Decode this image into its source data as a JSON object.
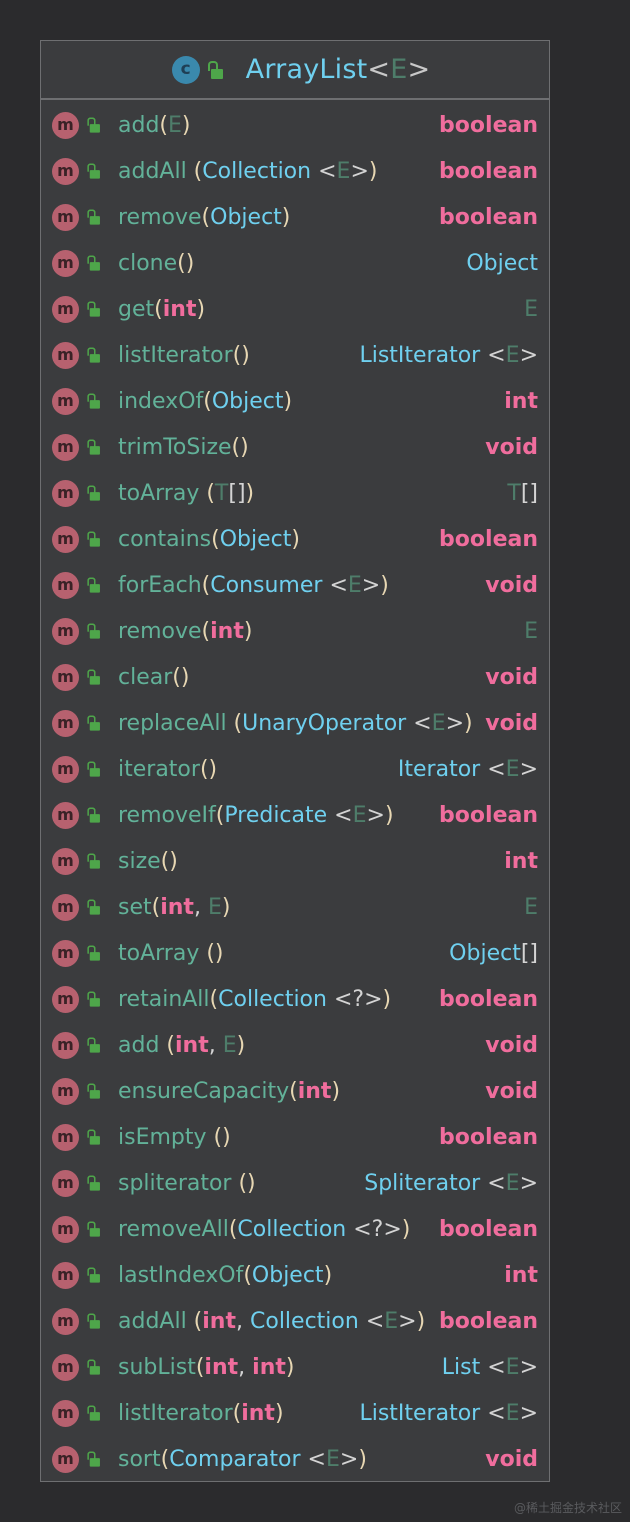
{
  "class_box": {
    "title": {
      "icon": "class-icon",
      "icon_letter": "c",
      "visibility_icon": "public-lock-icon",
      "name": "ArrayList",
      "open": "<",
      "type_param": "E",
      "close": ">"
    },
    "methods": [
      {
        "sig": [
          {
            "t": "add",
            "k": "name"
          },
          {
            "t": "(",
            "k": "paren"
          },
          {
            "t": "E",
            "k": "generic"
          },
          {
            "t": ")",
            "k": "paren"
          }
        ],
        "ret": [
          {
            "t": "boolean",
            "k": "prim"
          }
        ]
      },
      {
        "sig": [
          {
            "t": "addAll",
            "k": "name"
          },
          {
            "t": " (",
            "k": "paren"
          },
          {
            "t": "Collection",
            "k": "type"
          },
          {
            "t": " <",
            "k": "punct"
          },
          {
            "t": "E",
            "k": "generic"
          },
          {
            "t": ">",
            "k": "punct"
          },
          {
            "t": ")",
            "k": "paren"
          }
        ],
        "ret": [
          {
            "t": "boolean",
            "k": "prim"
          }
        ]
      },
      {
        "sig": [
          {
            "t": "remove",
            "k": "name"
          },
          {
            "t": "(",
            "k": "paren"
          },
          {
            "t": "Object",
            "k": "type"
          },
          {
            "t": ")",
            "k": "paren"
          }
        ],
        "ret": [
          {
            "t": "boolean",
            "k": "prim"
          }
        ]
      },
      {
        "sig": [
          {
            "t": "clone",
            "k": "name"
          },
          {
            "t": "()",
            "k": "paren"
          }
        ],
        "ret": [
          {
            "t": "Object",
            "k": "type"
          }
        ]
      },
      {
        "sig": [
          {
            "t": "get",
            "k": "name"
          },
          {
            "t": "(",
            "k": "paren"
          },
          {
            "t": "int",
            "k": "prim"
          },
          {
            "t": ")",
            "k": "paren"
          }
        ],
        "ret": [
          {
            "t": "E",
            "k": "generic"
          }
        ]
      },
      {
        "sig": [
          {
            "t": "listIterator",
            "k": "name"
          },
          {
            "t": "()",
            "k": "paren"
          }
        ],
        "ret": [
          {
            "t": "ListIterator",
            "k": "type"
          },
          {
            "t": " <",
            "k": "punct"
          },
          {
            "t": "E",
            "k": "generic"
          },
          {
            "t": ">",
            "k": "punct"
          }
        ]
      },
      {
        "sig": [
          {
            "t": "indexOf",
            "k": "name"
          },
          {
            "t": "(",
            "k": "paren"
          },
          {
            "t": "Object",
            "k": "type"
          },
          {
            "t": ")",
            "k": "paren"
          }
        ],
        "ret": [
          {
            "t": "int",
            "k": "prim"
          }
        ]
      },
      {
        "sig": [
          {
            "t": "trimToSize",
            "k": "name"
          },
          {
            "t": "()",
            "k": "paren"
          }
        ],
        "ret": [
          {
            "t": "void",
            "k": "prim"
          }
        ]
      },
      {
        "sig": [
          {
            "t": "toArray",
            "k": "name"
          },
          {
            "t": " (",
            "k": "paren"
          },
          {
            "t": "T",
            "k": "generic"
          },
          {
            "t": "[]",
            "k": "punct"
          },
          {
            "t": ")",
            "k": "paren"
          }
        ],
        "ret": [
          {
            "t": "T",
            "k": "generic"
          },
          {
            "t": "[]",
            "k": "punct"
          }
        ]
      },
      {
        "sig": [
          {
            "t": "contains",
            "k": "name"
          },
          {
            "t": "(",
            "k": "paren"
          },
          {
            "t": "Object",
            "k": "type"
          },
          {
            "t": ")",
            "k": "paren"
          }
        ],
        "ret": [
          {
            "t": "boolean",
            "k": "prim"
          }
        ]
      },
      {
        "sig": [
          {
            "t": "forEach",
            "k": "name"
          },
          {
            "t": "(",
            "k": "paren"
          },
          {
            "t": "Consumer",
            "k": "type"
          },
          {
            "t": " <",
            "k": "punct"
          },
          {
            "t": "E",
            "k": "generic"
          },
          {
            "t": ">",
            "k": "punct"
          },
          {
            "t": ")",
            "k": "paren"
          }
        ],
        "ret": [
          {
            "t": "void",
            "k": "prim"
          }
        ]
      },
      {
        "sig": [
          {
            "t": "remove",
            "k": "name"
          },
          {
            "t": "(",
            "k": "paren"
          },
          {
            "t": "int",
            "k": "prim"
          },
          {
            "t": ")",
            "k": "paren"
          }
        ],
        "ret": [
          {
            "t": "E",
            "k": "generic"
          }
        ]
      },
      {
        "sig": [
          {
            "t": "clear",
            "k": "name"
          },
          {
            "t": "()",
            "k": "paren"
          }
        ],
        "ret": [
          {
            "t": "void",
            "k": "prim"
          }
        ]
      },
      {
        "sig": [
          {
            "t": "replaceAll",
            "k": "name"
          },
          {
            "t": " (",
            "k": "paren"
          },
          {
            "t": "UnaryOperator",
            "k": "type"
          },
          {
            "t": " <",
            "k": "punct"
          },
          {
            "t": "E",
            "k": "generic"
          },
          {
            "t": ">",
            "k": "punct"
          },
          {
            "t": ")",
            "k": "paren"
          }
        ],
        "ret": [
          {
            "t": "void",
            "k": "prim"
          }
        ]
      },
      {
        "sig": [
          {
            "t": "iterator",
            "k": "name"
          },
          {
            "t": "()",
            "k": "paren"
          }
        ],
        "ret": [
          {
            "t": "Iterator",
            "k": "type"
          },
          {
            "t": " <",
            "k": "punct"
          },
          {
            "t": "E",
            "k": "generic"
          },
          {
            "t": ">",
            "k": "punct"
          }
        ]
      },
      {
        "sig": [
          {
            "t": "removeIf",
            "k": "name"
          },
          {
            "t": "(",
            "k": "paren"
          },
          {
            "t": "Predicate",
            "k": "type"
          },
          {
            "t": " <",
            "k": "punct"
          },
          {
            "t": "E",
            "k": "generic"
          },
          {
            "t": ">",
            "k": "punct"
          },
          {
            "t": ")",
            "k": "paren"
          }
        ],
        "ret": [
          {
            "t": "boolean",
            "k": "prim"
          }
        ]
      },
      {
        "sig": [
          {
            "t": "size",
            "k": "name"
          },
          {
            "t": "()",
            "k": "paren"
          }
        ],
        "ret": [
          {
            "t": "int",
            "k": "prim"
          }
        ]
      },
      {
        "sig": [
          {
            "t": "set",
            "k": "name"
          },
          {
            "t": "(",
            "k": "paren"
          },
          {
            "t": "int",
            "k": "prim"
          },
          {
            "t": ", ",
            "k": "punct"
          },
          {
            "t": "E",
            "k": "generic"
          },
          {
            "t": ")",
            "k": "paren"
          }
        ],
        "ret": [
          {
            "t": "E",
            "k": "generic"
          }
        ]
      },
      {
        "sig": [
          {
            "t": "toArray",
            "k": "name"
          },
          {
            "t": " ()",
            "k": "paren"
          }
        ],
        "ret": [
          {
            "t": "Object",
            "k": "type"
          },
          {
            "t": "[]",
            "k": "punct"
          }
        ]
      },
      {
        "sig": [
          {
            "t": "retainAll",
            "k": "name"
          },
          {
            "t": "(",
            "k": "paren"
          },
          {
            "t": "Collection",
            "k": "type"
          },
          {
            "t": " <?>",
            "k": "punct"
          },
          {
            "t": ")",
            "k": "paren"
          }
        ],
        "ret": [
          {
            "t": "boolean",
            "k": "prim"
          }
        ]
      },
      {
        "sig": [
          {
            "t": "add",
            "k": "name"
          },
          {
            "t": " (",
            "k": "paren"
          },
          {
            "t": "int",
            "k": "prim"
          },
          {
            "t": ", ",
            "k": "punct"
          },
          {
            "t": "E",
            "k": "generic"
          },
          {
            "t": ")",
            "k": "paren"
          }
        ],
        "ret": [
          {
            "t": "void",
            "k": "prim"
          }
        ]
      },
      {
        "sig": [
          {
            "t": "ensureCapacity",
            "k": "name"
          },
          {
            "t": "(",
            "k": "paren"
          },
          {
            "t": "int",
            "k": "prim"
          },
          {
            "t": ")",
            "k": "paren"
          }
        ],
        "ret": [
          {
            "t": "void",
            "k": "prim"
          }
        ]
      },
      {
        "sig": [
          {
            "t": "isEmpty",
            "k": "name"
          },
          {
            "t": " ()",
            "k": "paren"
          }
        ],
        "ret": [
          {
            "t": "boolean",
            "k": "prim"
          }
        ]
      },
      {
        "sig": [
          {
            "t": "spliterator",
            "k": "name"
          },
          {
            "t": " ()",
            "k": "paren"
          }
        ],
        "ret": [
          {
            "t": "Spliterator",
            "k": "type"
          },
          {
            "t": " <",
            "k": "punct"
          },
          {
            "t": "E",
            "k": "generic"
          },
          {
            "t": ">",
            "k": "punct"
          }
        ]
      },
      {
        "sig": [
          {
            "t": "removeAll",
            "k": "name"
          },
          {
            "t": "(",
            "k": "paren"
          },
          {
            "t": "Collection",
            "k": "type"
          },
          {
            "t": " <?>",
            "k": "punct"
          },
          {
            "t": ")",
            "k": "paren"
          }
        ],
        "ret": [
          {
            "t": "boolean",
            "k": "prim"
          }
        ]
      },
      {
        "sig": [
          {
            "t": "lastIndexOf",
            "k": "name"
          },
          {
            "t": "(",
            "k": "paren"
          },
          {
            "t": "Object",
            "k": "type"
          },
          {
            "t": ")",
            "k": "paren"
          }
        ],
        "ret": [
          {
            "t": "int",
            "k": "prim"
          }
        ]
      },
      {
        "sig": [
          {
            "t": "addAll",
            "k": "name"
          },
          {
            "t": " (",
            "k": "paren"
          },
          {
            "t": "int",
            "k": "prim"
          },
          {
            "t": ", ",
            "k": "punct"
          },
          {
            "t": "Collection",
            "k": "type"
          },
          {
            "t": " <",
            "k": "punct"
          },
          {
            "t": "E",
            "k": "generic"
          },
          {
            "t": ">",
            "k": "punct"
          },
          {
            "t": ")",
            "k": "paren"
          }
        ],
        "ret": [
          {
            "t": "boolean",
            "k": "prim"
          }
        ]
      },
      {
        "sig": [
          {
            "t": "subList",
            "k": "name"
          },
          {
            "t": "(",
            "k": "paren"
          },
          {
            "t": "int",
            "k": "prim"
          },
          {
            "t": ", ",
            "k": "punct"
          },
          {
            "t": "int",
            "k": "prim"
          },
          {
            "t": ")",
            "k": "paren"
          }
        ],
        "ret": [
          {
            "t": "List",
            "k": "type"
          },
          {
            "t": " <",
            "k": "punct"
          },
          {
            "t": "E",
            "k": "generic"
          },
          {
            "t": ">",
            "k": "punct"
          }
        ]
      },
      {
        "sig": [
          {
            "t": "listIterator",
            "k": "name"
          },
          {
            "t": "(",
            "k": "paren"
          },
          {
            "t": "int",
            "k": "prim"
          },
          {
            "t": ")",
            "k": "paren"
          }
        ],
        "ret": [
          {
            "t": "ListIterator",
            "k": "type"
          },
          {
            "t": " <",
            "k": "punct"
          },
          {
            "t": "E",
            "k": "generic"
          },
          {
            "t": ">",
            "k": "punct"
          }
        ]
      },
      {
        "sig": [
          {
            "t": "sort",
            "k": "name"
          },
          {
            "t": "(",
            "k": "paren"
          },
          {
            "t": "Comparator",
            "k": "type"
          },
          {
            "t": " <",
            "k": "punct"
          },
          {
            "t": "E",
            "k": "generic"
          },
          {
            "t": ">",
            "k": "punct"
          },
          {
            "t": ")",
            "k": "paren"
          }
        ],
        "ret": [
          {
            "t": "void",
            "k": "prim"
          }
        ]
      }
    ],
    "method_icon_letter": "m",
    "method_icon": "method-icon",
    "method_visibility_icon": "public-lock-icon"
  },
  "colors": {
    "background": "#2b2b2d",
    "panel": "#3b3c3e",
    "border": "#6e6f71",
    "method_name": "#62b299",
    "type": "#6fd0ef",
    "primitive": "#f06d9d",
    "generic": "#4e7d6a",
    "paren": "#e7d7b3",
    "class_icon": "#3a89ad",
    "method_icon": "#b7616f",
    "lock": "#4ea64a"
  },
  "watermark": "@稀土掘金技术社区"
}
